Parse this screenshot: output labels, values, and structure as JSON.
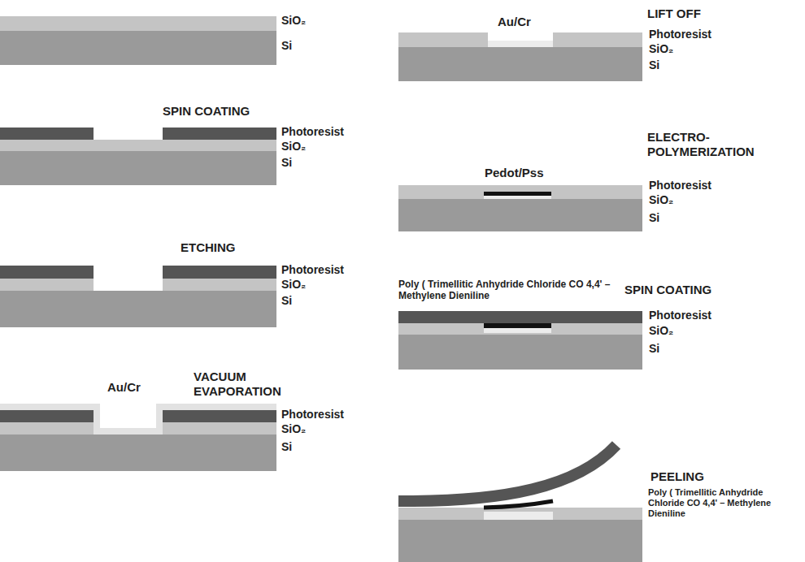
{
  "diagram": {
    "labels": [
      "SiO₂",
      "Si",
      "SPIN COATING",
      "Photoresist",
      "SiO₂",
      "Si",
      "ETCHING",
      "Photoresist",
      "SiO₂",
      "Si",
      "Au/Cr",
      "VACUUM EVAPORATION",
      "Photoresist",
      "SiO₂",
      "Si",
      "Au/Cr",
      "LIFT OFF",
      "Photoresist",
      "SiO₂",
      "Si",
      "ELECTRO- POLYMERIZATION",
      "Pedot/Pss",
      "Photoresist",
      "SiO₂",
      "Si",
      "Poly ( Trimellitic Anhydride Chloride CO 4,4' – Methylene Dieniline",
      "SPIN COATING",
      "Photoresist",
      "SiO₂",
      "Si",
      "PEELING",
      "Poly ( Trimellitic Anhydride Chloride CO 4,4' – Methylene Dieniline"
    ]
  }
}
